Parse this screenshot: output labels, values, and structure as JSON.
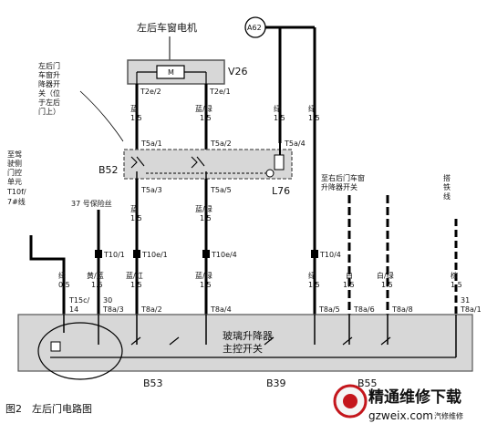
{
  "components": {
    "motor_title": "左后车窗电机",
    "motor_code": "V26",
    "motor_glyph": "M",
    "annotation_left_switch": [
      "左后门",
      "车窗升",
      "降器开",
      "关（位",
      "于左后",
      "门上）"
    ],
    "switch_b52": "B52",
    "lamp_l76": "L76",
    "connector_a62": "A62",
    "fuse_37": "37 号保险丝",
    "annotation_driver": [
      "至驾",
      "驶侧",
      "门控",
      "单元",
      "T10f/",
      "7#线"
    ],
    "annotation_right": [
      "至右后门车窗",
      "升降器开关"
    ],
    "annotation_ground": [
      "搭",
      "铁",
      "线"
    ],
    "main_switch_label": [
      "玻璃升降器",
      "主控开关"
    ],
    "b53": "B53",
    "b39": "B39",
    "b55": "B55"
  },
  "pins_top": [
    "T2e/2",
    "T2e/1"
  ],
  "wires_top": [
    {
      "color": "蓝",
      "size": "1.5"
    },
    {
      "color": "蓝/绿",
      "size": "1.5"
    },
    {
      "color": "绿",
      "size": "1.5"
    },
    {
      "color": "绿",
      "size": "1.5"
    }
  ],
  "pins_b52_top": [
    "T5a/1",
    "T5a/2",
    "T5a/4"
  ],
  "pins_b52_bottom": [
    "T5a/3",
    "T5a/5"
  ],
  "wires_mid": [
    {
      "color": "蓝",
      "size": "1.5"
    },
    {
      "color": "蓝/绿",
      "size": "1.5"
    }
  ],
  "t10_pins": [
    "T10/1",
    "T10e/1",
    "T10e/4",
    "T10/4"
  ],
  "bottom_wires": [
    {
      "color": "绿",
      "size": "0.5",
      "pin_a": "T15c/",
      "pin_b": "14"
    },
    {
      "color": "黄/蓝",
      "size": "1.5",
      "pin_a": "30",
      "pin_b": "T8a/3"
    },
    {
      "color": "蓝/红",
      "size": "1.5",
      "pin_a": "",
      "pin_b": "T8a/2"
    },
    {
      "color": "蓝/绿",
      "size": "1.5",
      "pin_a": "",
      "pin_b": "T8a/4"
    },
    {
      "color": "绿",
      "size": "1.5",
      "pin_a": "",
      "pin_b": "T8a/5"
    },
    {
      "color": "白",
      "size": "1.5",
      "pin_a": "",
      "pin_b": "T8a/6"
    },
    {
      "color": "白/绿",
      "size": "1.5",
      "pin_a": "",
      "pin_b": "T8a/8"
    },
    {
      "color": "棕",
      "size": "1.5",
      "pin_a": "31",
      "pin_b": "T8a/1"
    }
  ],
  "caption": "图2　左后门电路图",
  "watermark": {
    "line1": "精通维修下载",
    "line2": "gzweix.com",
    "line3": "汽修维修"
  },
  "colors": {
    "wire": "#000000",
    "box_fill": "#d7d7d7",
    "box_stroke": "#555555",
    "watermark_red": "#c4161c"
  }
}
